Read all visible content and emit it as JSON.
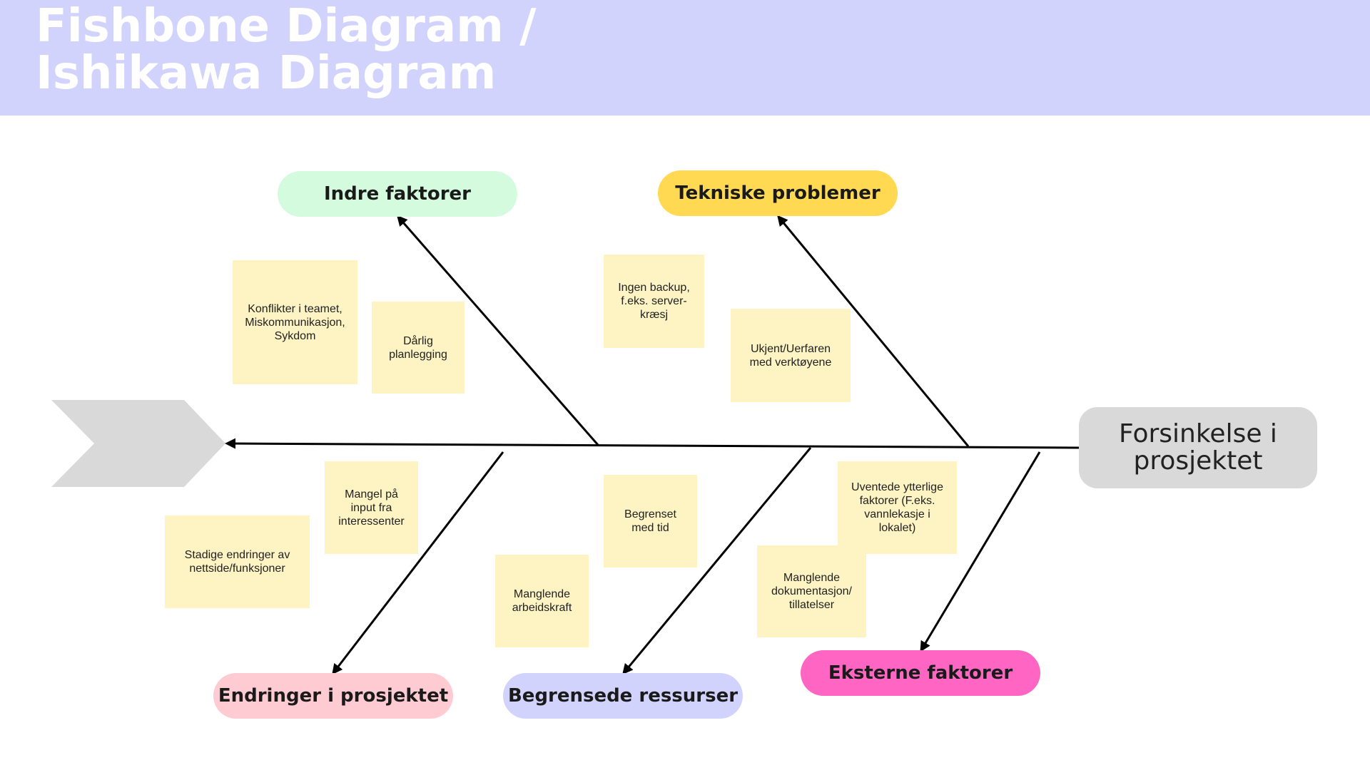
{
  "header": {
    "title_line1": "Fishbone Diagram /",
    "title_line2": "Ishikawa Diagram"
  },
  "effect": "Forsinkelse i prosjektet",
  "categories": {
    "indre": {
      "label": "Indre faktorer",
      "color": "#d4fbde"
    },
    "tekniske": {
      "label": "Tekniske problemer",
      "color": "#ffd952"
    },
    "endringer": {
      "label": "Endringer i prosjektet",
      "color": "#ffcbd2"
    },
    "ressurser": {
      "label": "Begrensede ressurser",
      "color": "#d2d3fd"
    },
    "eksterne": {
      "label": "Eksterne faktorer",
      "color": "#ff66c4"
    }
  },
  "notes": {
    "konflikter": "Konflikter i teamet,\nMiskommunikasjon,\nSykdom",
    "planlegging": "Dårlig\nplanlegging",
    "backup": "Ingen backup,\nf.eks. server-\nkræsj",
    "ukjent": "Ukjent/Uerfaren\nmed verktøyene",
    "mangel_input": "Mangel på\ninput fra\ninteressenter",
    "stadige": "Stadige endringer av\nnettside/funksjoner",
    "begrenset_tid": "Begrenset\nmed tid",
    "arbeidskraft": "Manglende\narbeidskraft",
    "uventede": "Uventede ytterlige\nfaktorer (F.eks.\nvannlekasje i\nlokalet)",
    "dokumentasjon": "Manglende\ndokumentasjon/\ntillatelser"
  },
  "colors": {
    "note": "#fdf3c3",
    "header": "#d2d3fd",
    "head": "#d9d9d9",
    "tail": "#d9d9d9"
  }
}
